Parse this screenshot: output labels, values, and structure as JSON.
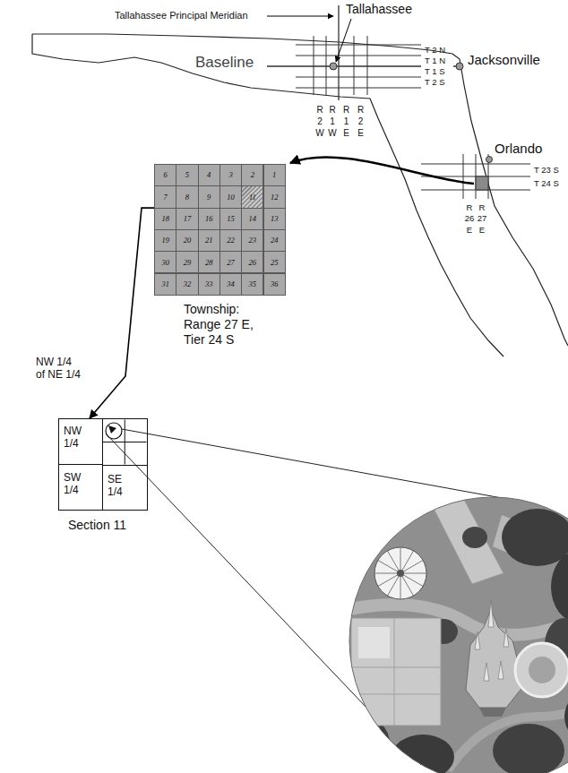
{
  "diagram": {
    "nodes": [
      {
        "text": [
          "Township: Range 27 E, Tier 24 S"
        ]
      },
      {
        "text": [
          "6"
        ],
        "in": 0
      },
      {
        "text": [
          "5"
        ],
        "in": 0
      },
      {
        "text": [
          "4"
        ],
        "in": 0
      },
      {
        "text": [
          "3"
        ],
        "in": 0
      },
      {
        "text": [
          "2"
        ],
        "in": 0
      },
      {
        "text": [
          "1"
        ],
        "in": 0
      },
      {
        "text": [
          "7"
        ],
        "in": 0
      },
      {
        "text": [
          "8"
        ],
        "in": 0
      },
      {
        "text": [
          "9"
        ],
        "in": 0
      },
      {
        "text": [
          "10"
        ],
        "in": 0
      },
      {
        "text": [
          "11"
        ],
        "in": 0
      },
      {
        "text": [
          "12"
        ],
        "in": 0
      },
      {
        "text": [
          "18"
        ],
        "in": 0
      },
      {
        "text": [
          "17"
        ],
        "in": 0
      },
      {
        "text": [
          "16"
        ],
        "in": 0
      },
      {
        "text": [
          "15"
        ],
        "in": 0
      },
      {
        "text": [
          "14"
        ],
        "in": 0
      },
      {
        "text": [
          "13"
        ],
        "in": 0
      },
      {
        "text": [
          "19"
        ],
        "in": 0
      },
      {
        "text": [
          "20"
        ],
        "in": 0
      },
      {
        "text": [
          "21"
        ],
        "in": 0
      },
      {
        "text": [
          "22"
        ],
        "in": 0
      },
      {
        "text": [
          "23"
        ],
        "in": 0
      },
      {
        "text": [
          "24"
        ],
        "in": 0
      },
      {
        "text": [
          "30"
        ],
        "in": 0
      },
      {
        "text": [
          "29"
        ],
        "in": 0
      },
      {
        "text": [
          "28"
        ],
        "in": 0
      },
      {
        "text": [
          "27"
        ],
        "in": 0
      },
      {
        "text": [
          "26"
        ],
        "in": 0
      },
      {
        "text": [
          "25"
        ],
        "in": 0
      },
      {
        "text": [
          "31"
        ],
        "in": 0
      },
      {
        "text": [
          "32"
        ],
        "in": 0
      },
      {
        "text": [
          "33"
        ],
        "in": 0
      },
      {
        "text": [
          "34"
        ],
        "in": 0
      },
      {
        "text": [
          "35"
        ],
        "in": 0
      },
      {
        "text": [
          "36"
        ],
        "in": 0
      },
      {
        "text": [
          "Section 11"
        ]
      },
      {
        "text": [
          "NW 1/4"
        ],
        "in": 37
      },
      {
        "text": [
          "SW 1/4"
        ],
        "in": 37
      },
      {
        "text": [
          "SE 1/4"
        ],
        "in": 37
      }
    ],
    "edges": [
      {
        "from": 11,
        "to": 37,
        "arrow": "to"
      }
    ],
    "labels": [
      "Tallahassee Principal Meridian",
      "Tallahassee",
      "Baseline",
      "Jacksonville",
      "T 2 N",
      "T 1 N",
      "T 1 S",
      "T 2 S",
      "R 2 W",
      "R 1 W",
      "R 1 E",
      "R 2 E",
      "Orlando",
      "T 23 S",
      "T 24 S",
      "R 26 E",
      "R 27 E",
      "NW 1/4 of NE 1/4"
    ]
  }
}
